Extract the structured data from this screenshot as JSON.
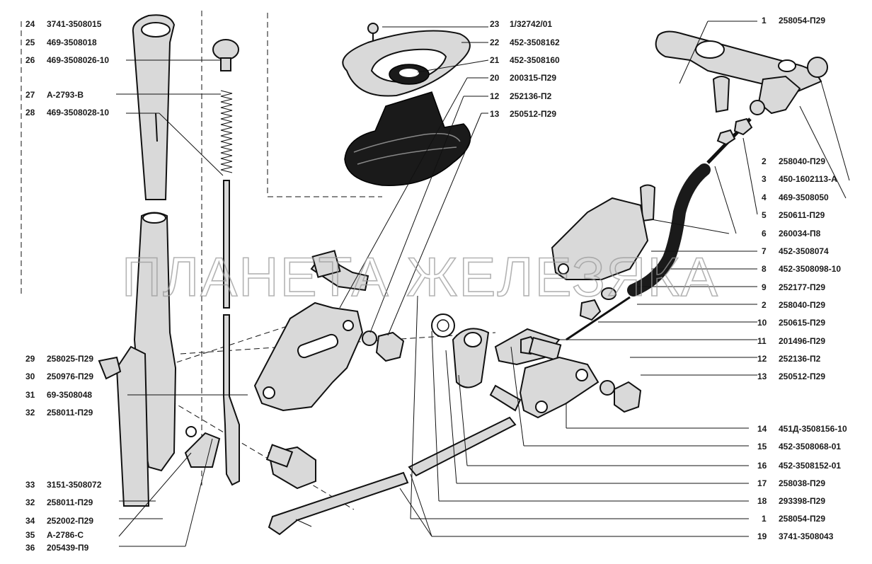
{
  "watermark": "ПЛАНЕТА ЖЕЛЕЗЯКА",
  "left_callouts": [
    {
      "num": "24",
      "code": "3741-3508015"
    },
    {
      "num": "25",
      "code": "469-3508018"
    },
    {
      "num": "26",
      "code": "469-3508026-10"
    },
    {
      "num": "27",
      "code": "А-2793-В"
    },
    {
      "num": "28",
      "code": "469-3508028-10"
    },
    {
      "num": "29",
      "code": "258025-П29"
    },
    {
      "num": "30",
      "code": "250976-П29"
    },
    {
      "num": "31",
      "code": "69-3508048"
    },
    {
      "num": "32",
      "code": "258011-П29"
    },
    {
      "num": "33",
      "code": "3151-3508072"
    },
    {
      "num": "32",
      "code": "258011-П29"
    },
    {
      "num": "34",
      "code": "252002-П29"
    },
    {
      "num": "35",
      "code": "А-2786-С"
    },
    {
      "num": "36",
      "code": "205439-П9"
    }
  ],
  "mid_callouts": [
    {
      "num": "23",
      "code": "1/32742/01"
    },
    {
      "num": "22",
      "code": "452-3508162"
    },
    {
      "num": "21",
      "code": "452-3508160"
    },
    {
      "num": "20",
      "code": "200315-П29"
    },
    {
      "num": "12",
      "code": "252136-П2"
    },
    {
      "num": "13",
      "code": "250512-П29"
    }
  ],
  "right_callouts": [
    {
      "num": "1",
      "code": "258054-П29"
    },
    {
      "num": "2",
      "code": "258040-П29"
    },
    {
      "num": "3",
      "code": "450-1602113-А"
    },
    {
      "num": "4",
      "code": "469-3508050"
    },
    {
      "num": "5",
      "code": "250611-П29"
    },
    {
      "num": "6",
      "code": "260034-П8"
    },
    {
      "num": "7",
      "code": "452-3508074"
    },
    {
      "num": "8",
      "code": "452-3508098-10"
    },
    {
      "num": "9",
      "code": "252177-П29"
    },
    {
      "num": "2",
      "code": "258040-П29"
    },
    {
      "num": "10",
      "code": "250615-П29"
    },
    {
      "num": "11",
      "code": "201496-П29"
    },
    {
      "num": "12",
      "code": "252136-П2"
    },
    {
      "num": "13",
      "code": "250512-П29"
    },
    {
      "num": "14",
      "code": "451Д-3508156-10"
    },
    {
      "num": "15",
      "code": "452-3508068-01"
    },
    {
      "num": "16",
      "code": "452-3508152-01"
    },
    {
      "num": "17",
      "code": "258038-П29"
    },
    {
      "num": "18",
      "code": "293398-П29"
    },
    {
      "num": "1",
      "code": "258054-П29"
    },
    {
      "num": "19",
      "code": "3741-3508043"
    }
  ]
}
